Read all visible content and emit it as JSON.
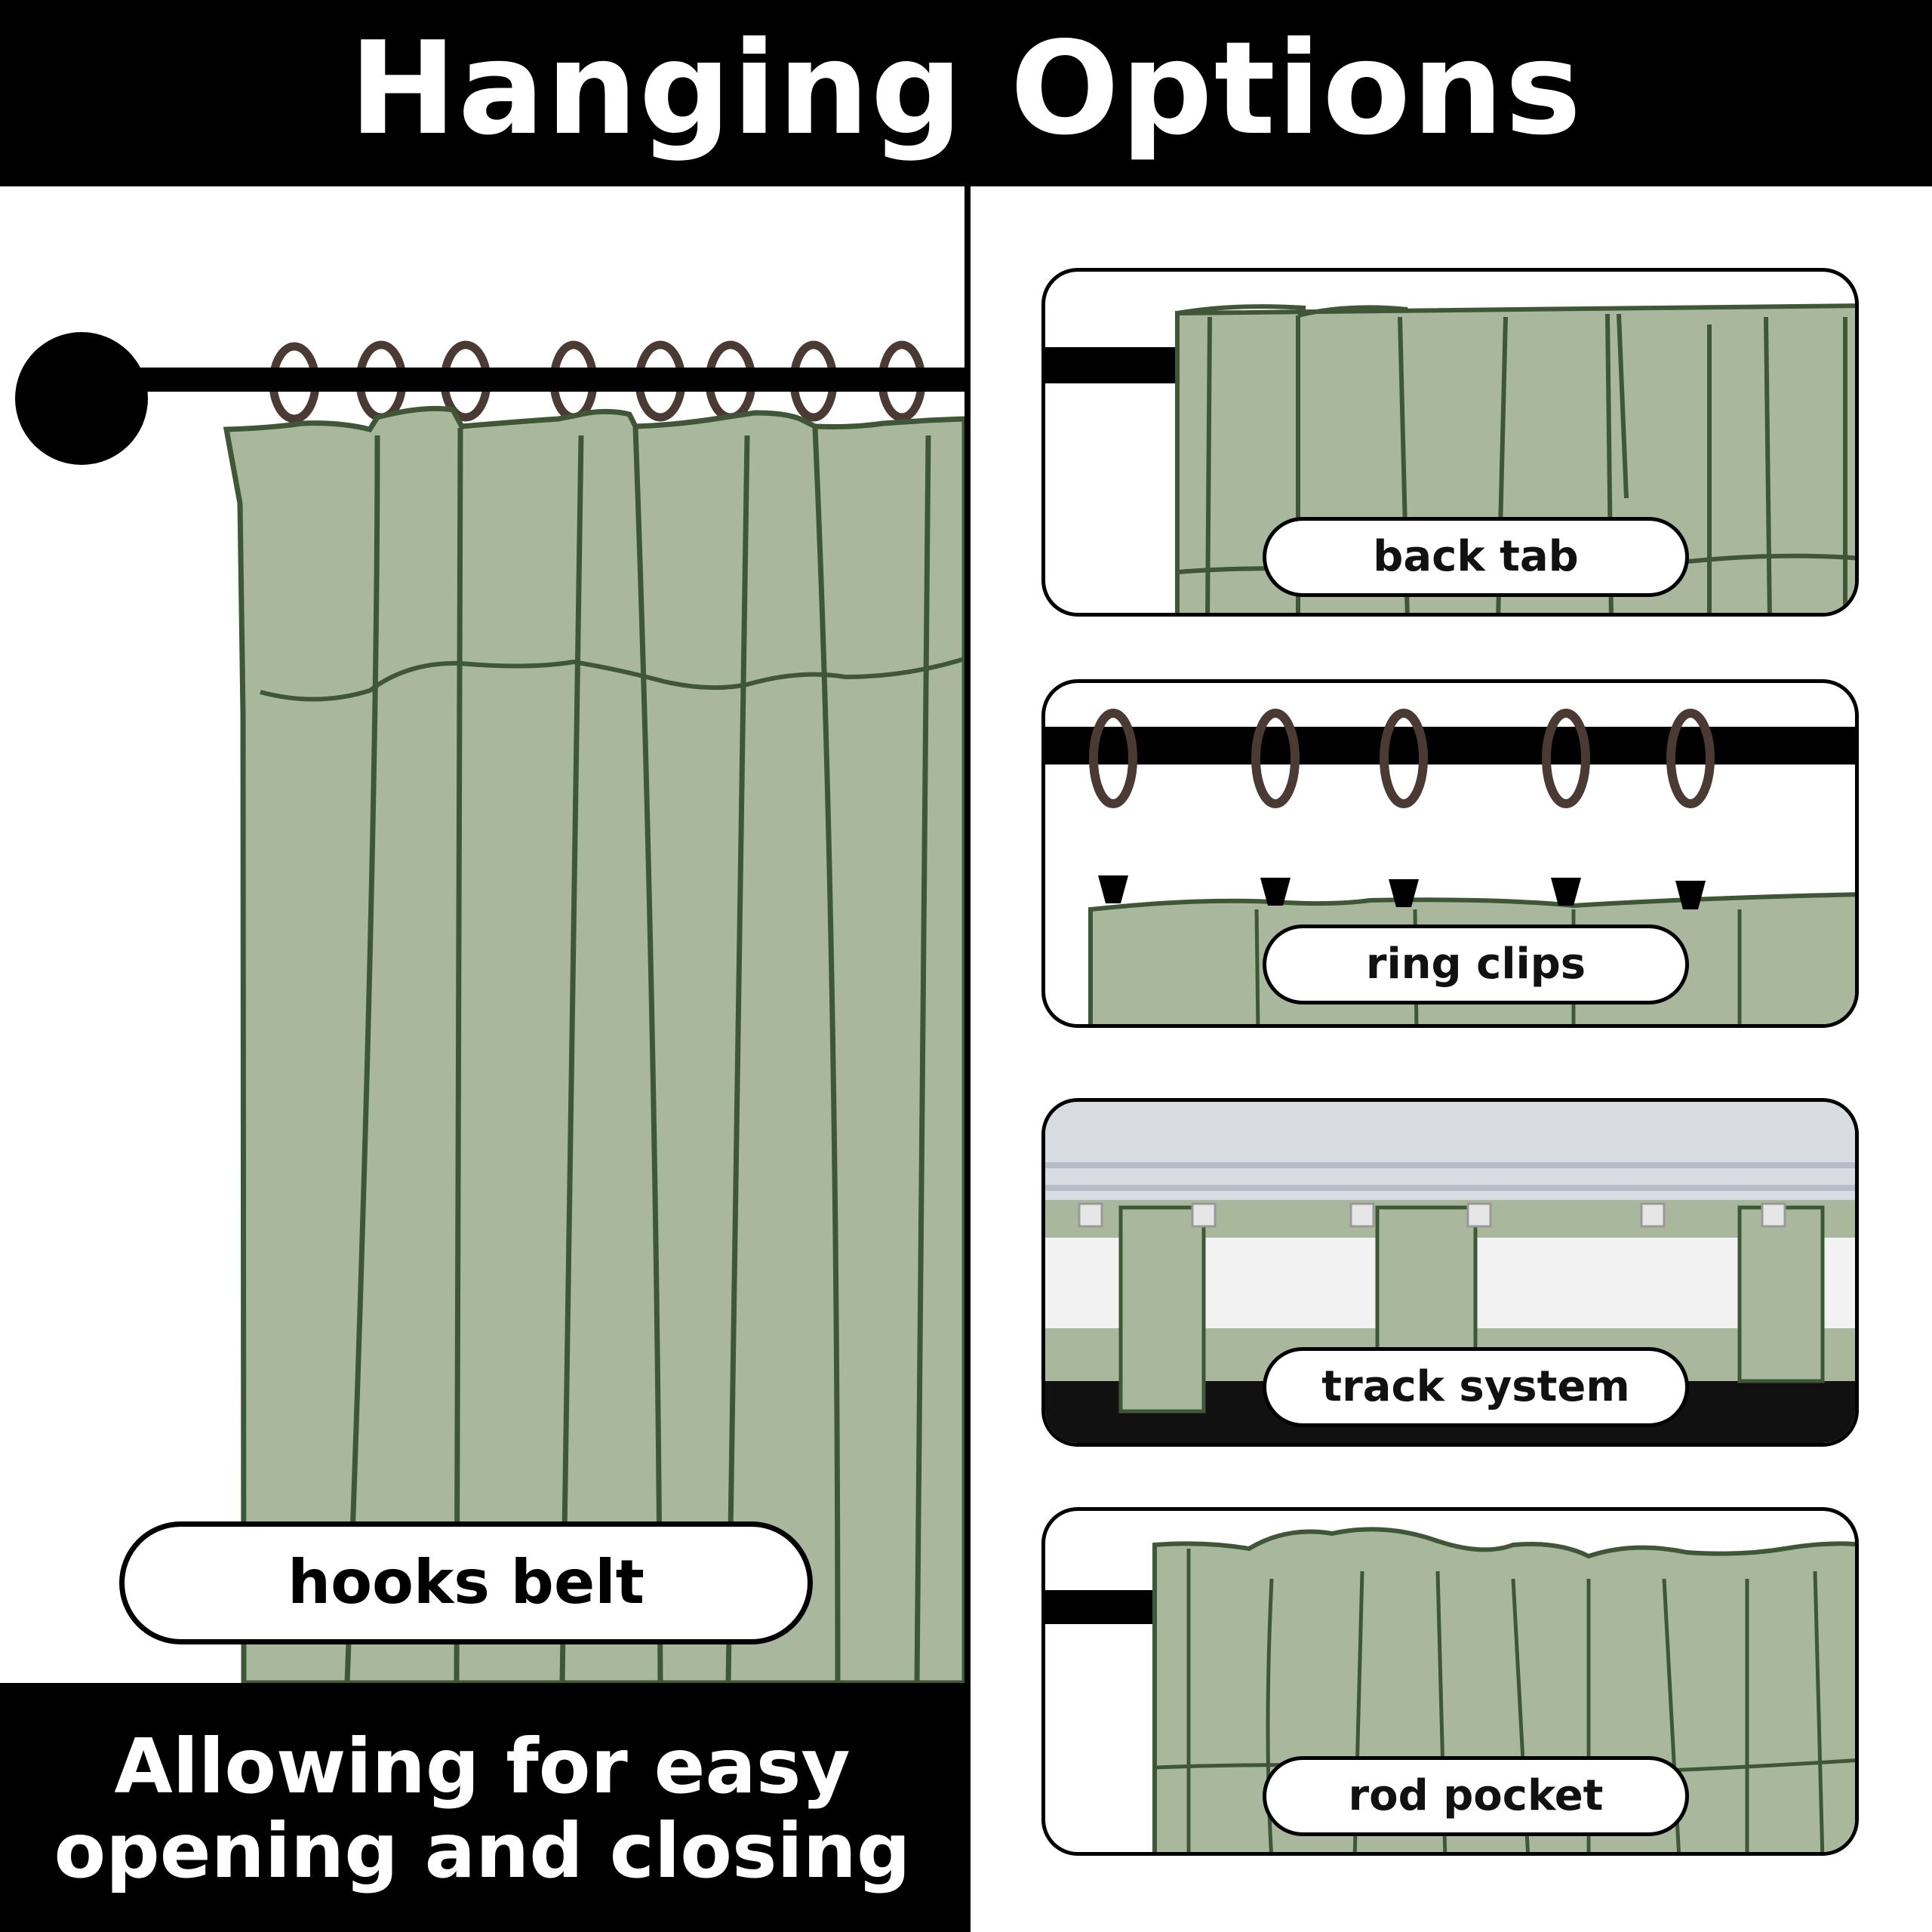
{
  "header": {
    "title": "Hanging Options"
  },
  "main_option": {
    "label": "hooks belt"
  },
  "footer": {
    "line1": "Allowing for easy",
    "line2": "opening and closing"
  },
  "options": [
    {
      "label": "back tab"
    },
    {
      "label": "ring clips"
    },
    {
      "label": "track system"
    },
    {
      "label": "rod pocket"
    }
  ],
  "colors": {
    "curtain": "#a9b89d",
    "outline": "#3f5736",
    "rod": "#000000",
    "ring": "#4a3a33",
    "track": "#d8dbe2"
  }
}
